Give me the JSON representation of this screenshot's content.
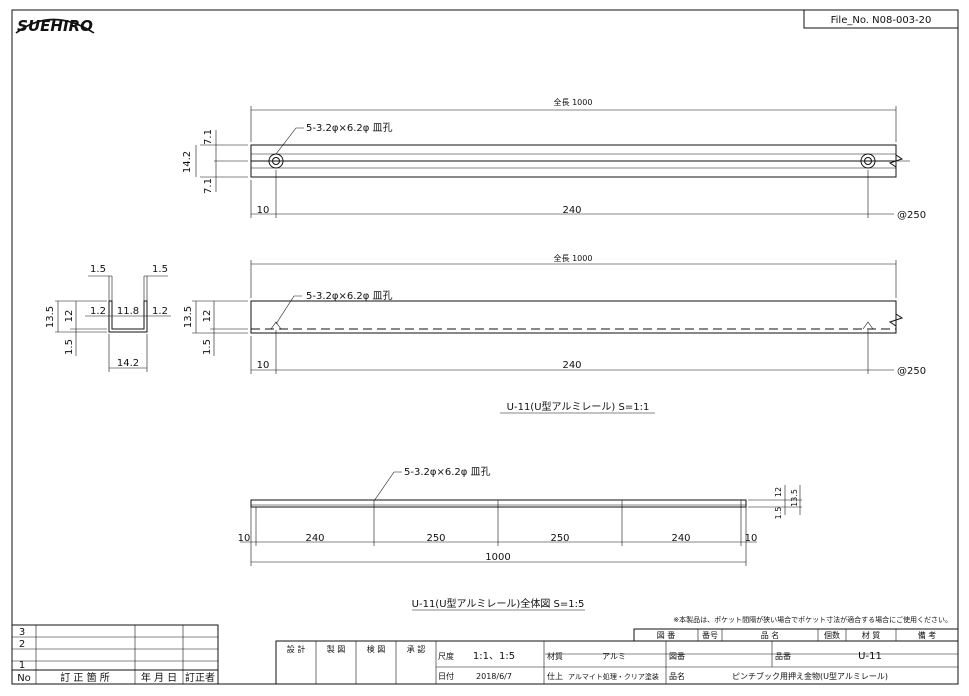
{
  "brand": {
    "logo_text": "SUEHIRO"
  },
  "file_no": "File_No. N08-003-20",
  "top_view": {
    "overall_label": "全長 1000",
    "hole_note": "5-3.2φ×6.2φ 皿孔",
    "dim_width": "14.2",
    "dim_half_top": "7.1",
    "dim_half_bottom": "7.1",
    "dim_start": "10",
    "dim_pitch": "240",
    "dim_pitch_note": "@250"
  },
  "side_view": {
    "overall_label": "全長 1000",
    "hole_note": "5-3.2φ×6.2φ 皿孔",
    "dim_outer": "13.5",
    "dim_inner": "12",
    "dim_base": "1.5",
    "dim_start": "10",
    "dim_pitch": "240",
    "dim_pitch_note": "@250"
  },
  "section_view": {
    "dim_top_left": "1.5",
    "dim_top_right": "1.5",
    "dim_wall_left": "1.2",
    "dim_inner_width": "11.8",
    "dim_wall_right": "1.2",
    "dim_outer_height": "13.5",
    "dim_inner_height": "12",
    "dim_base": "1.5",
    "dim_width": "14.2"
  },
  "caption_main": "U-11(U型アルミレール) S=1:1",
  "overall_view": {
    "hole_note": "5-3.2φ×6.2φ 皿孔",
    "dim_start": "10",
    "pitches": [
      "240",
      "250",
      "250",
      "240"
    ],
    "dim_end": "10",
    "total": "1000",
    "right_dims": [
      "1.5",
      "12",
      "13.5"
    ]
  },
  "caption_overall": "U-11(U型アルミレール)全体図 S=1:5",
  "note": "※本製品は、ポケット間隔が狭い場合でポケット寸法が適合する場合にご使用ください。",
  "revision_table": {
    "rows": [
      "3",
      "2",
      "1"
    ],
    "headers": [
      "No",
      "訂 正 箇 所",
      "年 月 日",
      "訂正者"
    ]
  },
  "parts_header": [
    "図 番",
    "番号",
    "品 名",
    "個数",
    "材 質",
    "備 考"
  ],
  "title_block": {
    "roles": [
      "設 計",
      "製 図",
      "検 図",
      "承 認"
    ],
    "scale_label": "尺度",
    "scale_value": "1:1、1:5",
    "material_label": "材質",
    "material_value": "アルミ",
    "drawing_no_label": "図番",
    "part_no_label": "品番",
    "part_no_value": "U-11",
    "date_label": "日付",
    "date_value": "2018/6/7",
    "finish_label": "仕上",
    "finish_value": "アルマイト処理・クリア塗装",
    "name_label": "品名",
    "name_value": "ピンチブック用押え金物(U型アルミレール)"
  }
}
